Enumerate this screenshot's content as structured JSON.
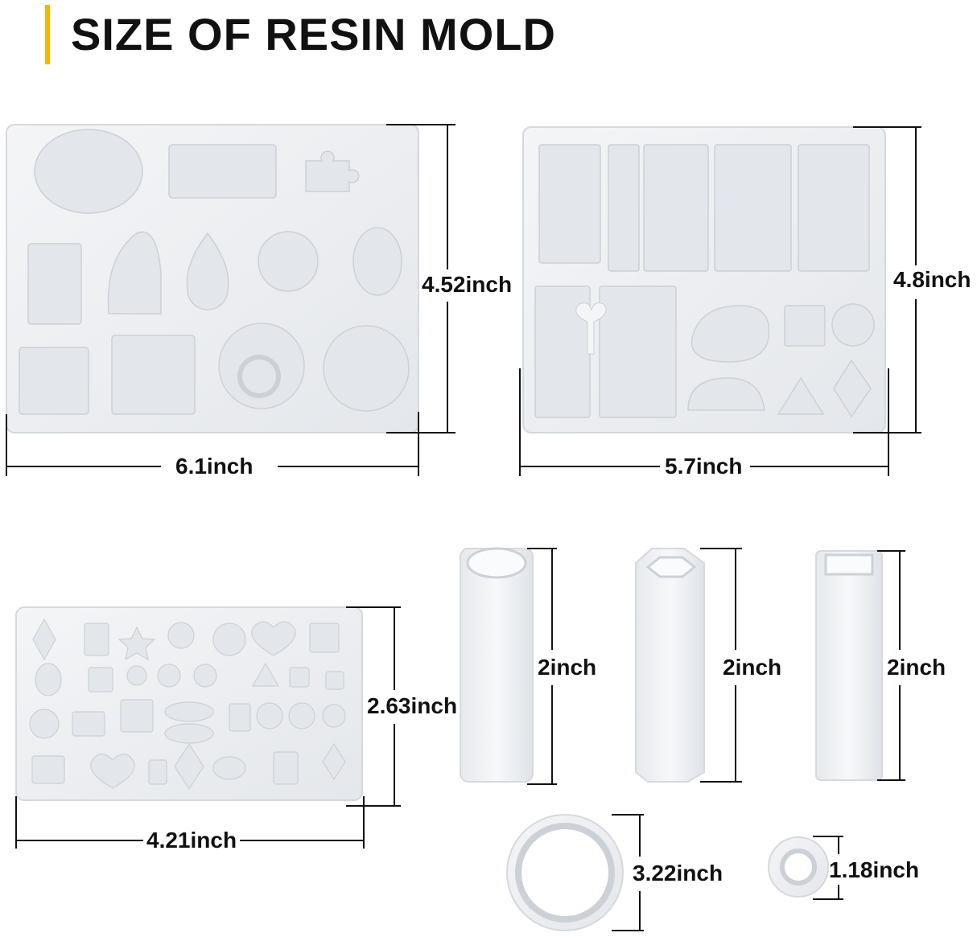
{
  "title": "SIZE OF RESIN MOLD",
  "colors": {
    "accent_bar": "#f2b705",
    "mold": "#eef0f3",
    "mold_edge": "#d5d9de",
    "cavity": "#e2e5ea",
    "dimension_line": "#111111"
  },
  "molds": [
    {
      "name": "pendant-mold-1",
      "width_label": "6.1inch",
      "height_label": "4.52inch"
    },
    {
      "name": "pendant-mold-2",
      "width_label": "5.7inch",
      "height_label": "4.8inch"
    },
    {
      "name": "cabochon-mold",
      "width_label": "4.21inch",
      "height_label": "2.63inch"
    },
    {
      "name": "round-column-mold",
      "height_label": "2inch"
    },
    {
      "name": "hexagon-column-mold",
      "height_label": "2inch"
    },
    {
      "name": "square-column-mold",
      "height_label": "2inch"
    },
    {
      "name": "large-ring-mold",
      "diameter_label": "3.22inch"
    },
    {
      "name": "small-ring-mold",
      "diameter_label": "1.18inch"
    }
  ]
}
